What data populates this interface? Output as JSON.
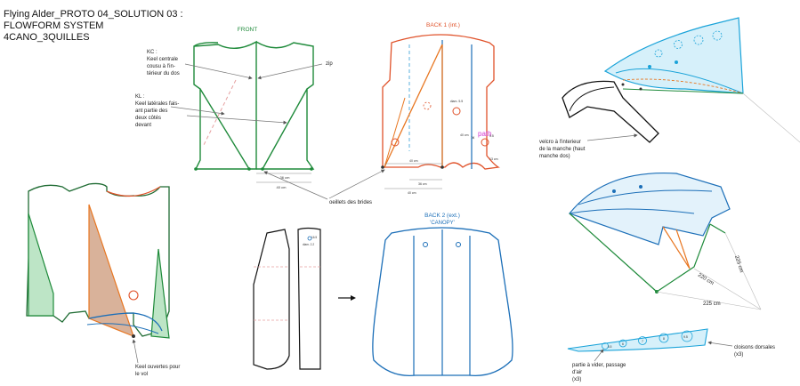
{
  "title": {
    "line1": "Flying Alder_PROTO 04_SOLUTION 03 :",
    "line2": "FLOWFORM SYSTEM",
    "line3": "4CANO_3QUILLES"
  },
  "front": {
    "heading": "FRONT",
    "kc_label": [
      "KC :",
      "Keel centrale",
      "cousu à l'in-",
      "térieur du dos"
    ],
    "zip_label": "zip",
    "kl_label": [
      "KL :",
      "Keel latérales fais-",
      "ant partie des",
      "deux côtés",
      "devant"
    ],
    "dim_36": "36 cm",
    "dim_40": "40 cm"
  },
  "back1": {
    "heading": "BACK 1 (int.)",
    "diam": "diam. 5.5",
    "dim_40v": "40 cm",
    "dim_36": "36 cm",
    "dim_40": "40 cm",
    "dim_13": "13 cm",
    "dim_5": "5.5",
    "path_label": "path"
  },
  "oeillets": "oeillets des brides",
  "back2": {
    "heading": "BACK 2 (ext.)",
    "subheading": "'CANOPY'"
  },
  "keel_open": [
    "Keel ouvertes pour",
    "le vol"
  ],
  "strip": {
    "label1": "16.5",
    "label2": "diam. 2.2"
  },
  "velcro": [
    "velcro à l'interieur",
    "de la manche (haut",
    "manche dos)"
  ],
  "wing_dims": {
    "d1": "225 cm",
    "d2": "220 cm",
    "d3": "225 cm"
  },
  "cloisons": [
    "cloisons dorsales",
    "(x3)"
  ],
  "partie": [
    "partie à vider, passage",
    "d'air",
    "(x3)"
  ],
  "circles": [
    "5.5",
    "6",
    "7",
    "8",
    "9.5"
  ],
  "colors": {
    "green": "#1e8a3a",
    "orange": "#e87722",
    "red": "#e0522a",
    "blue": "#1c6fb8",
    "cyan": "#1aa3d9",
    "pink": "#e6a0a0",
    "magenta": "#d23ad2"
  }
}
